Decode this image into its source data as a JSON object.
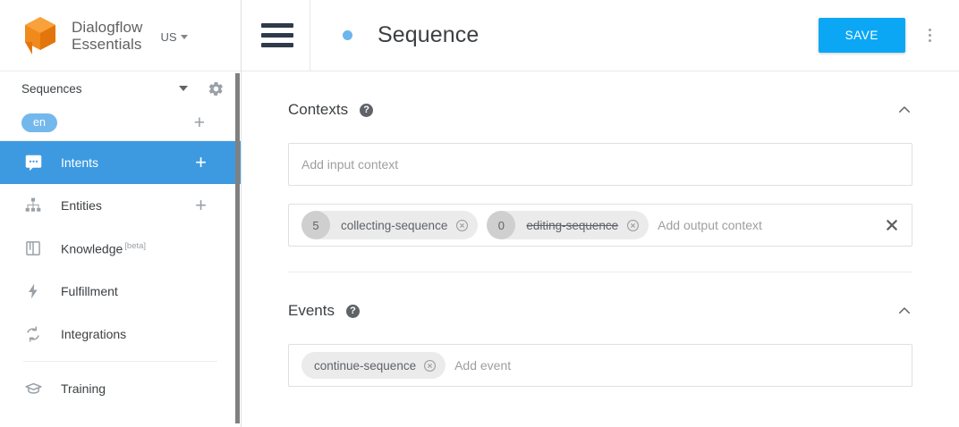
{
  "sidebar": {
    "brand": {
      "line1": "Dialogflow",
      "line2": "Essentials",
      "region": "US",
      "logo_color": "#ee7b16"
    },
    "agent": {
      "name": "Sequences"
    },
    "language": {
      "chip": "en",
      "add_label": "+"
    },
    "nav_items": [
      {
        "label": "Intents",
        "icon": "chat-bubble-icon",
        "active": true,
        "plus": "+"
      },
      {
        "label": "Entities",
        "icon": "entities-hierarchy-icon",
        "active": false,
        "plus": "+"
      },
      {
        "label": "Knowledge",
        "icon": "book-icon",
        "active": false,
        "badge": "[beta]"
      },
      {
        "label": "Fulfillment",
        "icon": "bolt-icon",
        "active": false
      },
      {
        "label": "Integrations",
        "icon": "sync-arrows-icon",
        "active": false
      },
      {
        "label": "Training",
        "icon": "graduation-cap-icon",
        "active": false
      }
    ],
    "active_color": "#3d9ae0",
    "lang_chip_color": "#73b8ec"
  },
  "topbar": {
    "menu_icon": "hamburger-icon",
    "status_dot_color": "#6cb6ec",
    "title": "Sequence",
    "save_label": "SAVE",
    "save_color": "#0ba7f5",
    "more_icon": "kebab-menu-icon"
  },
  "contexts": {
    "title": "Contexts",
    "help": "?",
    "collapse_icon": "chevron-up-icon",
    "input_placeholder": "Add input context",
    "output_placeholder": "Add output context",
    "output_chips": [
      {
        "count": "5",
        "name": "collecting-sequence",
        "struck": false
      },
      {
        "count": "0",
        "name": "editing-sequence",
        "struck": true
      }
    ],
    "clear_icon": "clear-all-x-icon"
  },
  "events": {
    "title": "Events",
    "help": "?",
    "collapse_icon": "chevron-up-icon",
    "placeholder": "Add event",
    "chips": [
      {
        "name": "continue-sequence"
      }
    ]
  }
}
